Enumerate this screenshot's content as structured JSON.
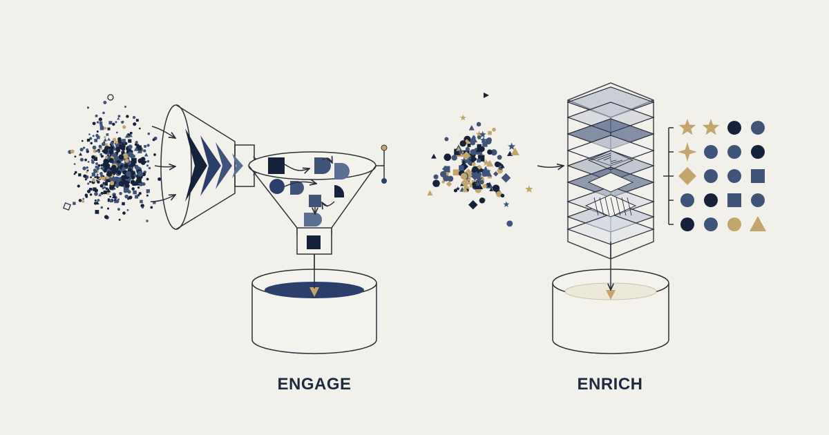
{
  "captions": {
    "left": "ENGAGE",
    "right": "ENRICH"
  },
  "colors": {
    "navy": "#16213a",
    "slate": "#3f5478",
    "tan": "#c2a66e",
    "line": "#2a2f3a",
    "background": "#f2f0ea",
    "liquid": "#2c3f6a",
    "pale_liquid": "#ece8da"
  },
  "icons": {
    "scatter": "scattered-data-particles",
    "funnel": "funnel-icon",
    "cube": "layered-cube-icon",
    "grid": "sorted-shape-grid",
    "vessel": "cylinder-container-icon"
  },
  "grid_rows": [
    [
      "star-tan",
      "star-tan",
      "circle-navy",
      "circle-slate"
    ],
    [
      "diamond4-tan",
      "circle-slate",
      "circle-slate",
      "circle-navy"
    ],
    [
      "diamond-tan",
      "circle-slate",
      "circle-slate",
      "square-slate"
    ],
    [
      "circle-slate",
      "circle-navy",
      "square-slate",
      "circle-slate"
    ],
    [
      "circle-navy",
      "circle-slate",
      "circle-tan",
      "triangle-tan"
    ]
  ]
}
